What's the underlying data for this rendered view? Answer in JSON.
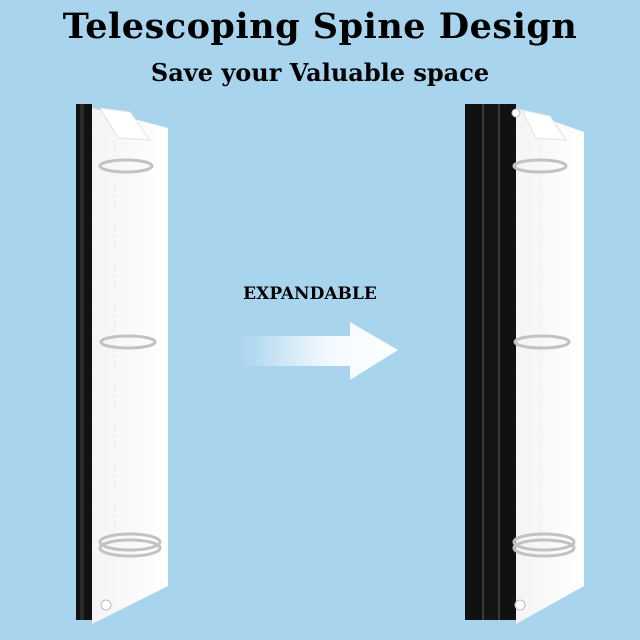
{
  "header": {
    "title": "Telescoping Spine Design",
    "subtitle": "Save your Valuable space"
  },
  "illustration": {
    "arrow_label": "EXPANDABLE",
    "background_color": "#a8d4ee",
    "spine_color": "#111111",
    "cover_color": "#ffffff",
    "ring_color": "#c8c8c8"
  }
}
